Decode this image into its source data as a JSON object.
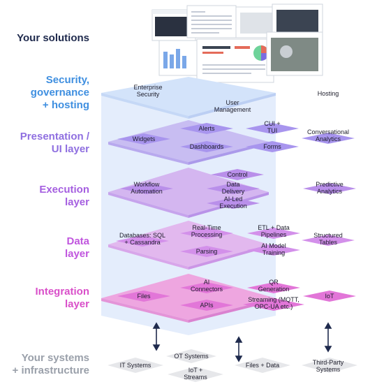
{
  "labels": {
    "solutions": "Your solutions",
    "security": "Security,\ngovernance\n+ hosting",
    "presentation": "Presentation /\nUI layer",
    "execution": "Execution\nlayer",
    "data": "Data\nlayer",
    "integration": "Integration\nlayer",
    "systems": "Your systems\n+ infrastructure"
  },
  "security": {
    "enterprise": "Enterprise\nSecurity",
    "hosting": "Hosting",
    "user_mgmt": "User\nManagement"
  },
  "presentation": {
    "alerts": "Alerts",
    "cui": "CUI +\nTUI",
    "widgets": "Widgets",
    "conversational": "Conversational\nAnalytics",
    "dashboards": "Dashboards",
    "forms": "Forms"
  },
  "execution": {
    "control": "Control",
    "workflow": "Workflow\nAutomation",
    "data_delivery": "Data\nDelivery",
    "predictive": "Predictive\nAnalytics",
    "ai_led": "AI-Led\nExecution"
  },
  "data": {
    "realtime": "Real-Time\nProcessing",
    "etl": "ETL + Data\nPipelines",
    "databases": "Databases: SQL\n+ Cassandra",
    "structured": "Structured\nTables",
    "parsing": "Parsing",
    "ai_model": "AI Model\nTraining"
  },
  "integration": {
    "ai_connectors": "AI\nConnectors",
    "qr": "QR\nGeneration",
    "files": "Files",
    "iot": "IoT",
    "apis": "APIs",
    "streaming": "Streaming (MQTT,\nOPC-UA etc.)"
  },
  "systems": {
    "ot": "OT Systems",
    "it": "IT Systems",
    "files_data": "Files + Data",
    "third_party": "Third-Party\nSystems",
    "iot_streams": "IoT +\nStreams"
  },
  "colors": {
    "security": "#d6e6fb",
    "presentation": "#c9bdf3",
    "execution": "#d3b4ef",
    "data": "#e3b6ec",
    "integration": "#f0a8e0",
    "systems": "#e8e9ec"
  }
}
